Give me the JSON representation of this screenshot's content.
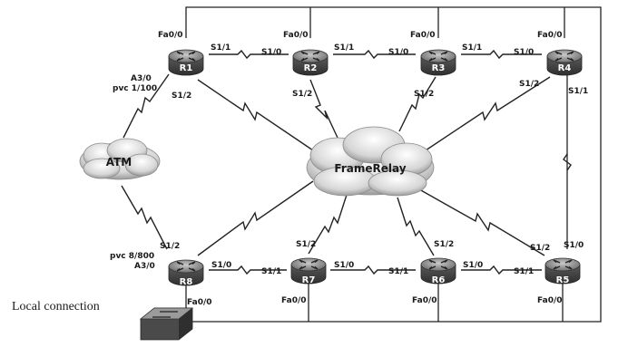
{
  "routers": {
    "r1": "R1",
    "r2": "R2",
    "r3": "R3",
    "r4": "R4",
    "r5": "R5",
    "r6": "R6",
    "r7": "R7",
    "r8": "R8"
  },
  "clouds": {
    "atm": "ATM",
    "framerelay": "FrameRelay"
  },
  "local_connection": "Local connection",
  "labels": {
    "r1_fa": "Fa0/0",
    "r1_s11": "S1/1",
    "r1_s12": "S1/2",
    "r1_a30": "A3/0",
    "r1_pvc": "pvc 1/100",
    "r2_fa": "Fa0/0",
    "r2_s10": "S1/0",
    "r2_s11": "S1/1",
    "r2_s12": "S1/2",
    "r3_fa": "Fa0/0",
    "r3_s10": "S1/0",
    "r3_s11": "S1/1",
    "r3_s12": "S1/2",
    "r4_fa": "Fa0/0",
    "r4_s10": "S1/0",
    "r4_s12": "S1/2",
    "r4_s11": "S1/1",
    "r8_pvc": "pvc 8/800",
    "r8_a30": "A3/0",
    "r8_s12": "S1/2",
    "r8_s10": "S1/0",
    "r8_fa": "Fa0/0",
    "r7_s12": "S1/2",
    "r7_s11": "S1/1",
    "r7_s10": "S1/0",
    "r7_fa": "Fa0/0",
    "r6_s12": "S1/2",
    "r6_s11": "S1/1",
    "r6_s10": "S1/0",
    "r6_fa": "Fa0/0",
    "r5_s12": "S1/2",
    "r5_s10": "S1/0",
    "r5_s11": "S1/1",
    "r5_fa": "Fa0/0"
  }
}
